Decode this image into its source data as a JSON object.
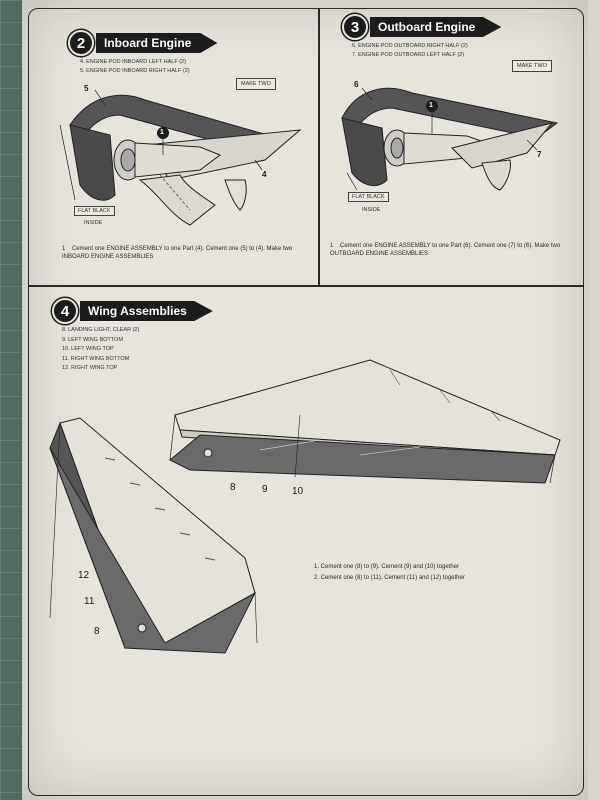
{
  "step2": {
    "number": "2",
    "title": "Inboard Engine",
    "parts": [
      "4.    ENGINE POD INBOARD LEFT HALF (2)",
      "5.    ENGINE POD INBOARD RIGHT HALF (2)"
    ],
    "make_two": "MAKE TWO",
    "flat_black": "FLAT BLACK",
    "inside": "INSIDE",
    "callouts": [
      "5",
      "1",
      "4"
    ],
    "instruction_num": "1",
    "instruction": "Cement one ENGINE ASSEMBLY to one Part (4). Cement one (5) to (4). Make two INBOARD ENGINE ASSEMBLIES"
  },
  "step3": {
    "number": "3",
    "title": "Outboard Engine",
    "parts": [
      "6.    ENGINE POD OUTBOARD RIGHT HALF (2)",
      "7.    ENGINE POD OUTBOARD LEFT HALF (2)"
    ],
    "make_two": "MAKE TWO",
    "flat_black": "FLAT BLACK",
    "inside": "INSIDE",
    "callouts": [
      "6",
      "1",
      "7"
    ],
    "instruction_num": "1",
    "instruction": "Cement one ENGINE ASSEMBLY to one Part (6). Cement one (7) to (6). Make two OUTBOARD ENGINE ASSEMBLIES"
  },
  "step4": {
    "number": "4",
    "title": "Wing Assemblies",
    "parts": [
      "8.    LANDING LIGHT, CLEAR (2)",
      "9.    LEFT WING BOTTOM",
      "10.   LEFT WING TOP",
      "11.   RIGHT WING BOTTOM",
      "12.   RIGHT WING TOP"
    ],
    "callouts": [
      "8",
      "9",
      "10",
      "12",
      "11",
      "8"
    ],
    "instructions": [
      "1.    Cement one (8) to (9). Cement (9) and (10) together",
      "2.    Cement one (8) to (11). Cement (11) and (12) together"
    ]
  },
  "colors": {
    "ink": "#1c1c1c",
    "paper": "#e7e4dc",
    "mat": "#4f6a5e"
  }
}
